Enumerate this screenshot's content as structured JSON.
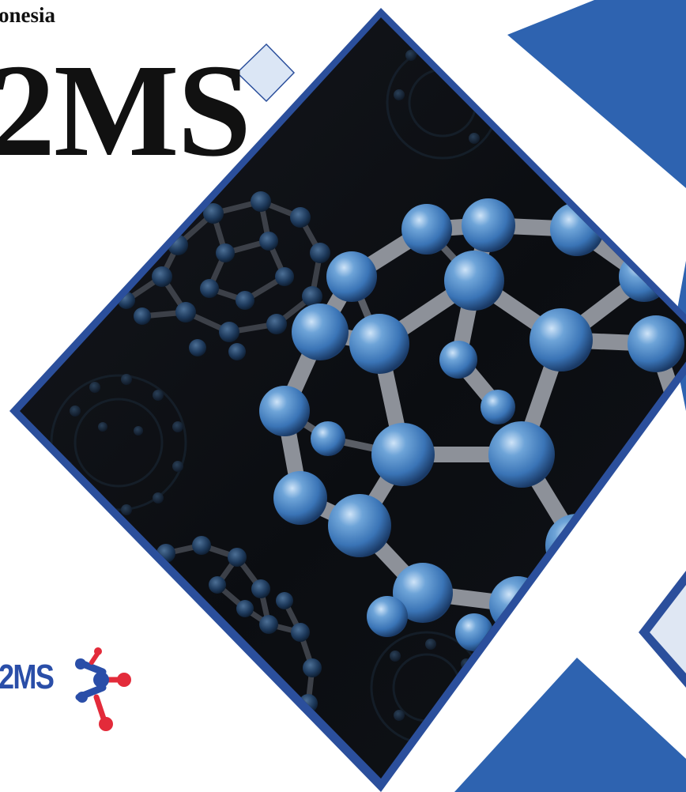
{
  "header": {
    "country_text": "onesia"
  },
  "title": {
    "acronym": "2MS"
  },
  "logo": {
    "text": "2MS",
    "icon": "molecule-icon"
  },
  "image": {
    "subject": "fullerene-molecule-image"
  },
  "colors": {
    "accent_blue": "#2e63b0",
    "frame_blue": "#2b4f9c",
    "light_diamond": "#dbe6f5",
    "dark_bg": "#0c0e12",
    "atom_blue": "#4a86c4",
    "bond_gray": "#8d9199",
    "logo_blue": "#2a4ea8",
    "logo_red": "#e32b3a"
  }
}
